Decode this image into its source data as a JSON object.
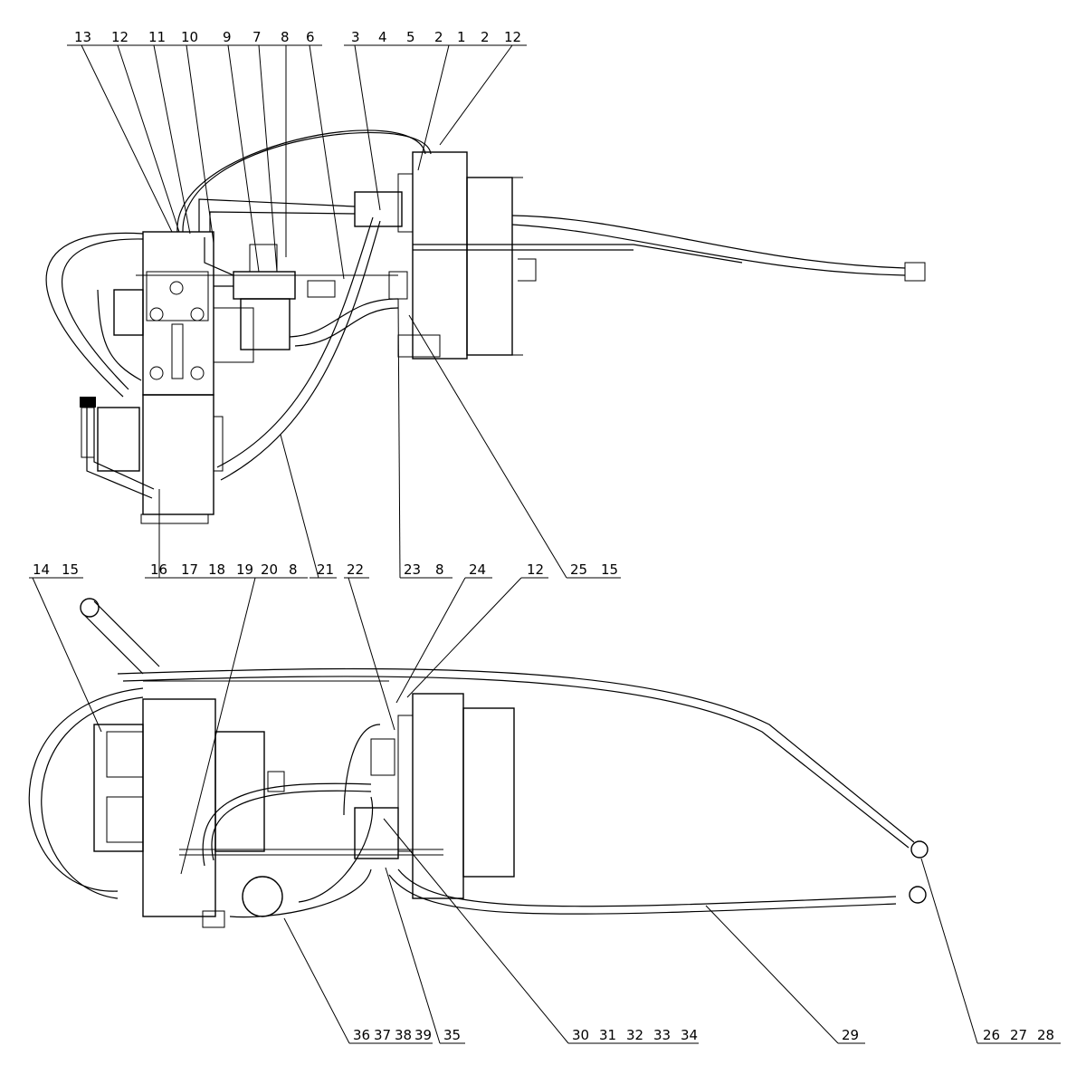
{
  "top_view": {
    "labels_top_left": [
      "13",
      "12",
      "11",
      "10",
      "9",
      "7",
      "8",
      "6"
    ],
    "labels_top_right": [
      "3",
      "4",
      "5",
      "2",
      "1",
      "2",
      "12"
    ],
    "labels_bottom_a": [
      "16",
      "17",
      "18",
      "19",
      "20",
      "8"
    ],
    "label_21": "21",
    "label_22": "22",
    "labels_bottom_b": [
      "23",
      "8"
    ],
    "label_24": "24",
    "label_12b": "12",
    "labels_bottom_c": [
      "25",
      "15"
    ]
  },
  "bottom_view": {
    "labels_top": [
      "14",
      "15"
    ],
    "labels_bottom_a": [
      "36",
      "37",
      "38",
      "39"
    ],
    "label_35": "35",
    "labels_bottom_b": [
      "30",
      "31",
      "32",
      "33",
      "34"
    ],
    "label_29": "29",
    "labels_bottom_c": [
      "26",
      "27",
      "28"
    ]
  }
}
